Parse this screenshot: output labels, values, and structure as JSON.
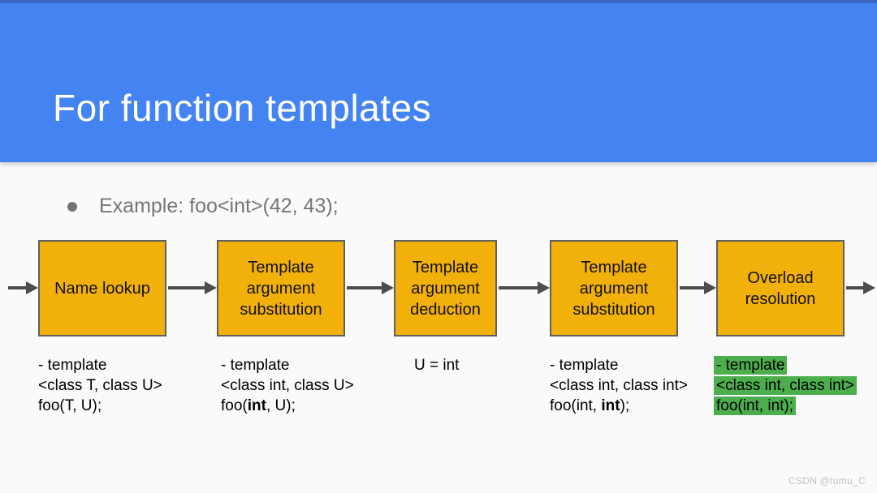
{
  "slide": {
    "title": "For function templates",
    "bullet": "Example: foo<int>(42, 43);",
    "watermark": "CSDN @tumu_C"
  },
  "colors": {
    "header_blue": "#4383f2",
    "header_top_strip": "#3f68c5",
    "slide_background": "#fafafa",
    "box_fill": "#f2b10a",
    "box_border": "#5f6062",
    "arrow": "#4d4d4d",
    "highlight_green": "#4dae4e",
    "bullet_text_gray": "#757575",
    "title_text": "#ffffff",
    "annotation_text": "#000000",
    "watermark_gray": "#c2c2c2"
  },
  "flow": {
    "arrow_icon": "arrow-right",
    "boxes": [
      {
        "label": "Name lookup"
      },
      {
        "label": "Template argument substitution"
      },
      {
        "label": "Template argument deduction"
      },
      {
        "label": "Template argument substitution"
      },
      {
        "label": "Overload resolution"
      }
    ]
  },
  "annotations": [
    {
      "highlight": false,
      "lines": [
        [
          {
            "t": "- template",
            "b": false
          }
        ],
        [
          {
            "t": "<class T, class U>",
            "b": false
          }
        ],
        [
          {
            "t": "foo(T, U);",
            "b": false
          }
        ]
      ]
    },
    {
      "highlight": false,
      "lines": [
        [
          {
            "t": "- template",
            "b": false
          }
        ],
        [
          {
            "t": "<class int, class U>",
            "b": false
          }
        ],
        [
          {
            "t": "foo(",
            "b": false
          },
          {
            "t": "int",
            "b": true
          },
          {
            "t": ", U);",
            "b": false
          }
        ]
      ]
    },
    {
      "highlight": false,
      "lines": [
        [
          {
            "t": "U = int",
            "b": false
          }
        ]
      ]
    },
    {
      "highlight": false,
      "lines": [
        [
          {
            "t": "- template",
            "b": false
          }
        ],
        [
          {
            "t": "<class int, class int>",
            "b": false
          }
        ],
        [
          {
            "t": "foo(int, ",
            "b": false
          },
          {
            "t": "int",
            "b": true
          },
          {
            "t": ");",
            "b": false
          }
        ]
      ]
    },
    {
      "highlight": true,
      "lines": [
        [
          {
            "t": "- template",
            "b": false
          }
        ],
        [
          {
            "t": "<class int, class int>",
            "b": false
          }
        ],
        [
          {
            "t": "foo(int, int);",
            "b": false
          }
        ]
      ]
    }
  ]
}
